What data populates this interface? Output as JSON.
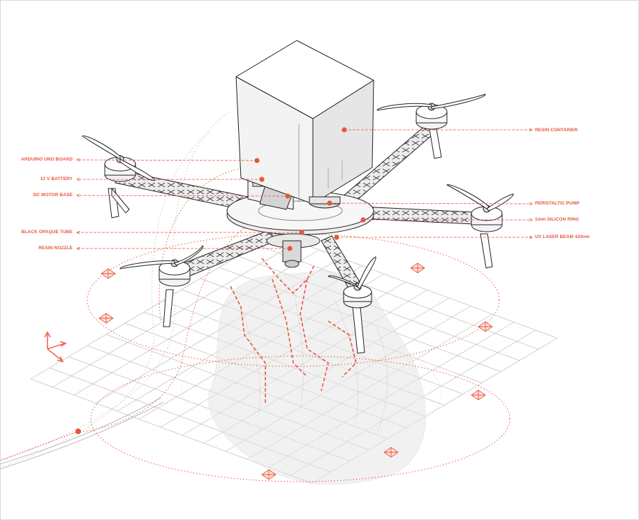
{
  "colors": {
    "accent": "#e8553a",
    "line": "#1f1f1f",
    "grid": "#b9b9b9",
    "scan": "#c9c9c9",
    "body_fill": "#f4f4f4"
  },
  "labels": {
    "resin_container": "RESIN CONTAINER",
    "arduino_uno_board": "ARDUINO UNO BOARD",
    "battery_12v": "12 V BATTERY",
    "dc_motor_base": "DC MOTOR BASE",
    "peristaltic_pump": "PERISTALTIC PUMP",
    "silicon_ring": "1mm SILICON RING",
    "black_opaque_tube": "BLACK OPAQUE TUBE",
    "uv_laser_beam": "UV LASER BEAM 420nm",
    "resin_nozzle": "RESIN NOZZLE"
  }
}
